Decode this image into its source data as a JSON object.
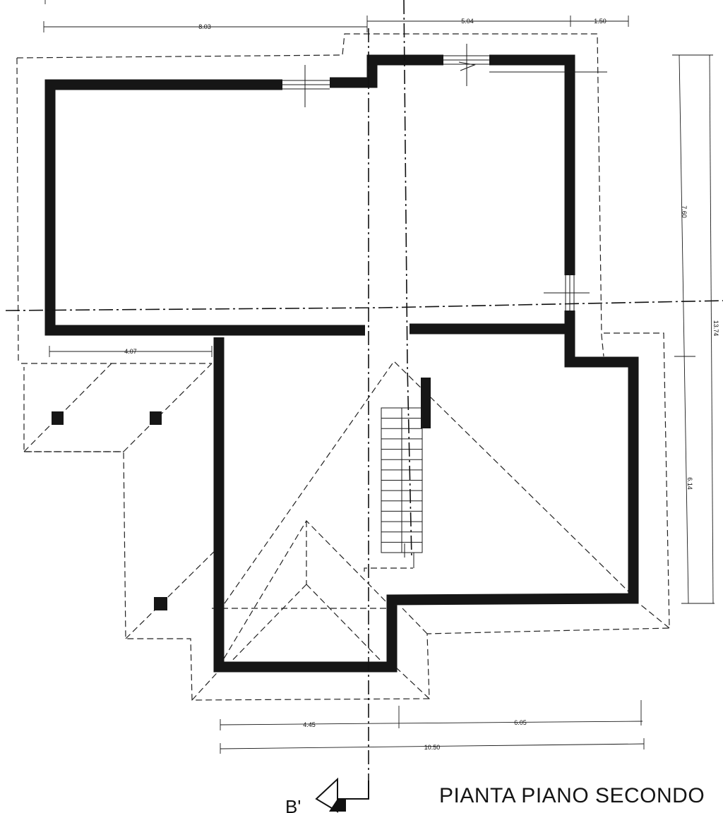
{
  "drawing": {
    "title": "PIANTA PIANO SECONDO",
    "section_mark": "B'"
  },
  "dimensions": {
    "top_left": "8.03",
    "top_middle": "5.04",
    "top_right": "1.50",
    "right_upper": "7.60",
    "right_total": "13.74",
    "right_lower": "6.14",
    "left_mid": "4.07",
    "bottom_left": "4.45",
    "bottom_right": "6.05",
    "bottom_total": "10.50"
  },
  "colors": {
    "line": "#161616",
    "background": "#ffffff"
  }
}
